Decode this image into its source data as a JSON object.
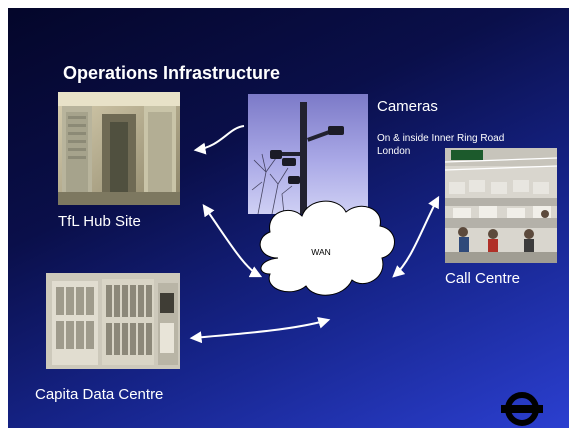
{
  "slide": {
    "title": "Operations Infrastructure",
    "labels": {
      "hub": "TfL Hub Site",
      "cameras": "Cameras",
      "cameras_note_line1": "On & inside Inner Ring Road",
      "cameras_note_line2": "London",
      "call_centre": "Call Centre",
      "data_centre": "Capita Data Centre",
      "wan": "WAN"
    },
    "colors": {
      "background_dark": "#04062a",
      "background_light": "#2b3fd0",
      "text": "#ffffff",
      "arrow": "#ffffff",
      "cloud_fill": "#ffffff"
    },
    "icons": {
      "logo": "roundel-icon"
    }
  }
}
